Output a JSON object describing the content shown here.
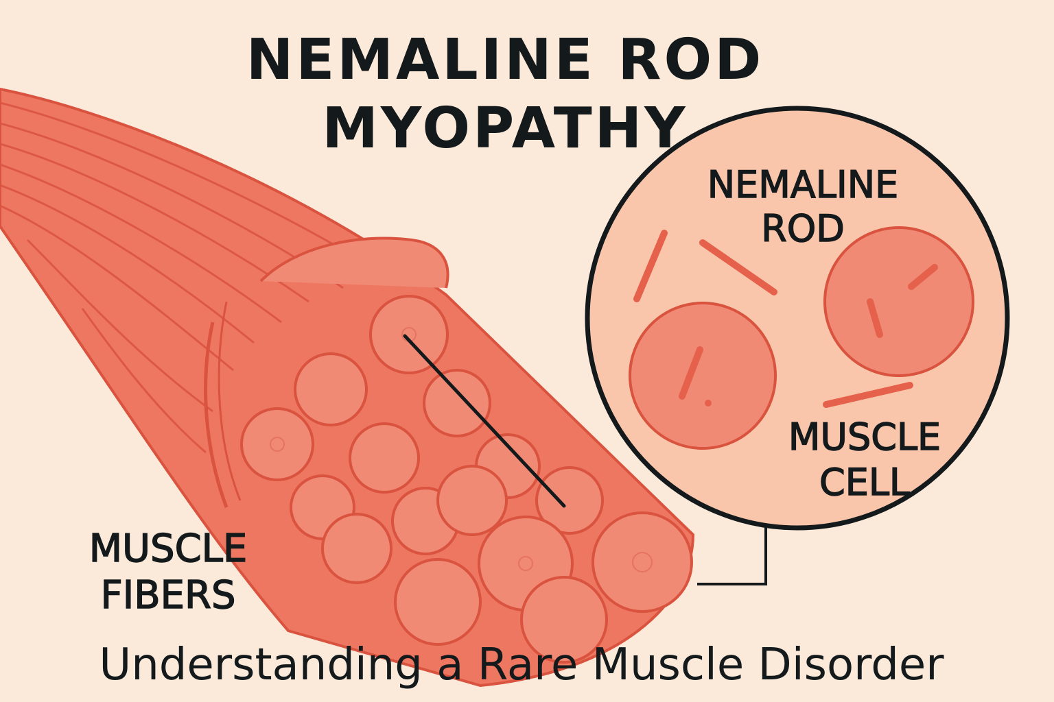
{
  "title": {
    "line1": "NEMALINE ROD",
    "line2": "MYOPATHY"
  },
  "subtitle": "Understanding a Rare Muscle Disorder",
  "labels": {
    "nemaline_rod": {
      "line1": "NEMALINE",
      "line2": "ROD"
    },
    "muscle_cell": {
      "line1": "MUSCLE",
      "line2": "CELL"
    },
    "muscle_fibers": {
      "line1": "MUSCLE",
      "line2": "FIBERS"
    }
  },
  "colors": {
    "background": "#fbe9da",
    "muscle": "#ee7762",
    "muscle_dark": "#d9533f",
    "fiber_face": "#f08a75",
    "zoom_fill": "#f9c6ab",
    "ink": "#141a1c"
  }
}
